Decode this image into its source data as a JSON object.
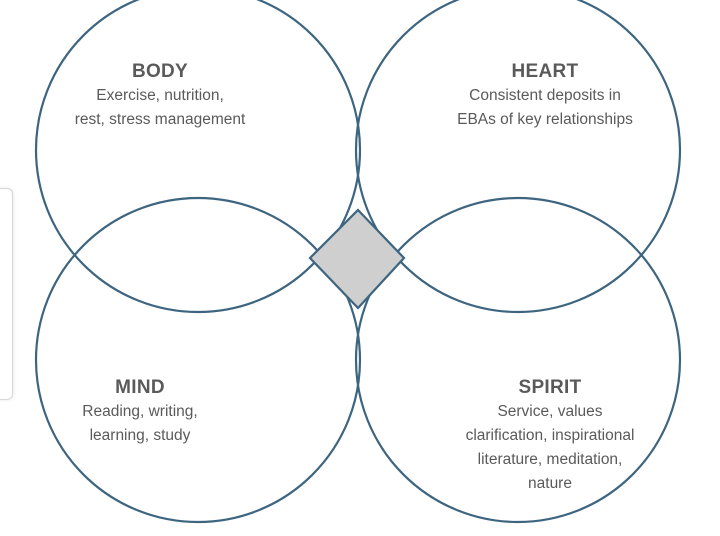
{
  "quadrants": {
    "body": {
      "title": "BODY",
      "lines": [
        "Exercise, nutrition,",
        "rest, stress management"
      ]
    },
    "heart": {
      "title": "HEART",
      "lines": [
        "Consistent deposits in",
        "EBAs of key relationships"
      ]
    },
    "mind": {
      "title": "MIND",
      "lines": [
        "Reading, writing,",
        "learning, study"
      ]
    },
    "spirit": {
      "title": "SPIRIT",
      "lines": [
        "Service, values",
        "clarification, inspirational",
        "literature, meditation,",
        "nature"
      ]
    }
  },
  "colors": {
    "outline": "#3d6580",
    "center_fill": "#cfcfcf",
    "text": "#5a5a5a"
  }
}
